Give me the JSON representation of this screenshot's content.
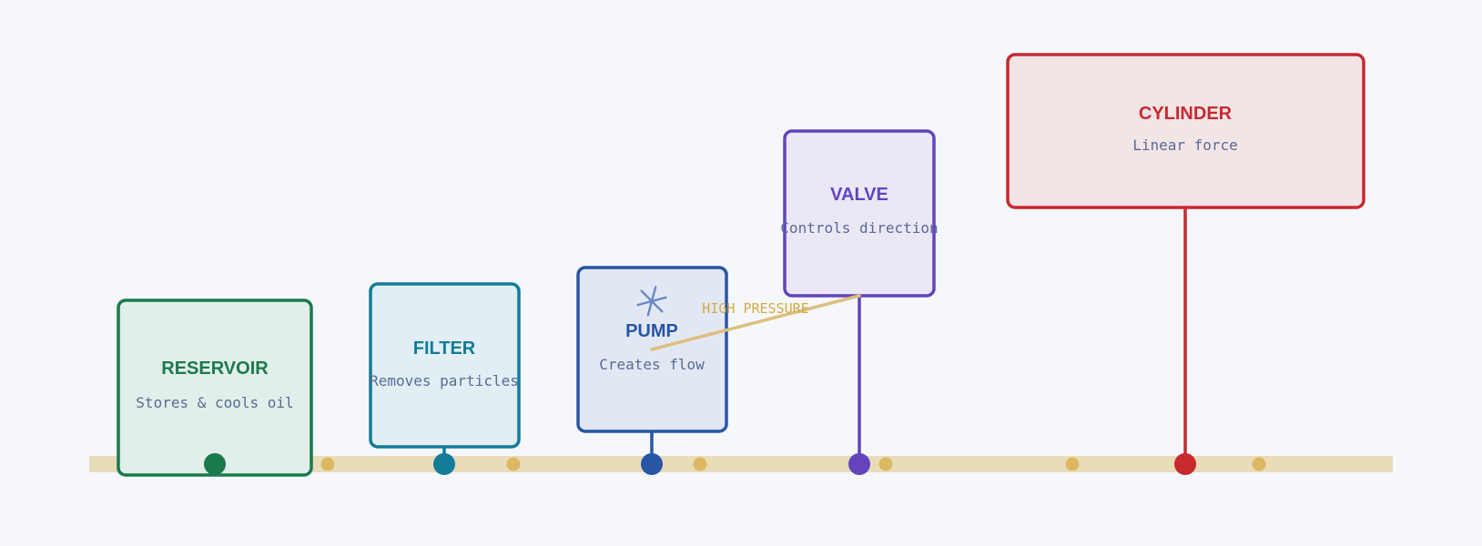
{
  "diagram": {
    "colors": {
      "background": "#f5f7fb",
      "rail": "#e9dcb9",
      "rail_dot": "#dcb862",
      "pressure_line": "#dcc07d",
      "pressure_text": "#d4aa45",
      "description_text": "#5a6a96"
    },
    "components": [
      {
        "id": "reservoir",
        "title": "RESERVOIR",
        "description": "Stores & cools oil",
        "color": "#1b7a4d",
        "fill": "#e2eee9"
      },
      {
        "id": "filter",
        "title": "FILTER",
        "description": "Removes particles",
        "color": "#127c99",
        "fill": "#e1eef3"
      },
      {
        "id": "pump",
        "title": "PUMP",
        "description": "Creates flow",
        "color": "#2756a5",
        "fill": "#e2e8f3",
        "icon": "impeller-icon"
      },
      {
        "id": "valve",
        "title": "VALVE",
        "description": "Controls direction",
        "color": "#6344bd",
        "fill": "#ebe7f5"
      },
      {
        "id": "cylinder",
        "title": "CYLINDER",
        "description": "Linear force",
        "color": "#c62a2f",
        "fill": "#f3e4e6"
      }
    ],
    "pressure_label": "HIGH PRESSURE"
  }
}
